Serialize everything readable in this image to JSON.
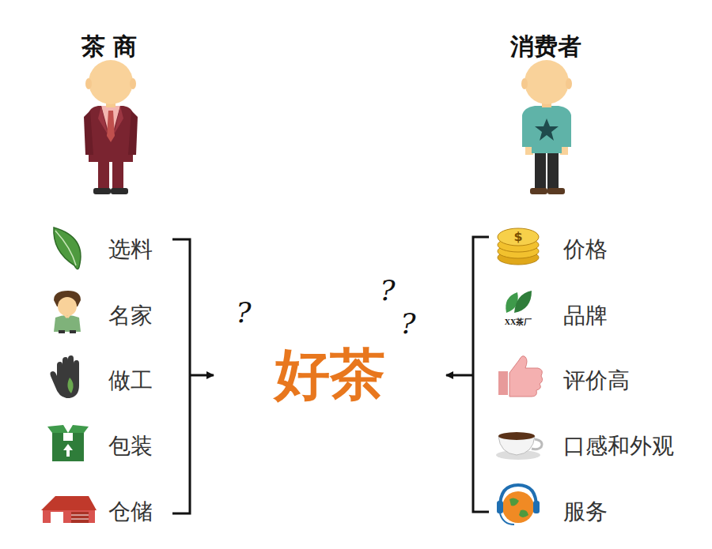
{
  "diagram": {
    "nodes": [
      {
        "text": [
          "选料",
          "名家",
          "做工",
          "包装",
          "仓储"
        ]
      },
      {
        "text": [
          "好茶"
        ]
      },
      {
        "text": [
          "价格",
          "品牌",
          "评价高",
          "口感和外观",
          "服务"
        ]
      }
    ],
    "edges": [
      {
        "from": 0,
        "to": 1,
        "arrow": "to"
      },
      {
        "from": 2,
        "to": 1,
        "arrow": "to"
      }
    ],
    "labels": [
      "茶 商",
      "消费者",
      "?",
      "?",
      "?",
      "$",
      "XX茶厂"
    ]
  }
}
